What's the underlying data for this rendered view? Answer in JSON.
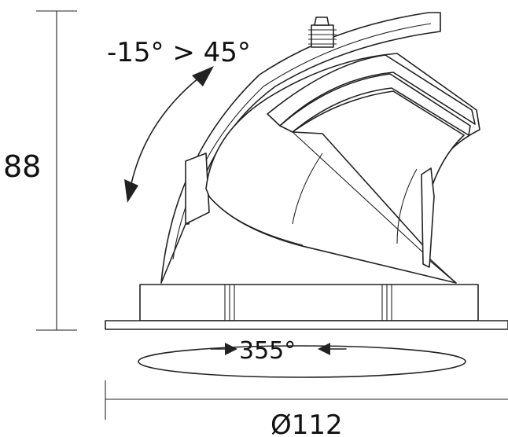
{
  "dimensions": {
    "height_label": "88",
    "tilt_label": "-15° > 45°",
    "rotation_label": "355°",
    "diameter_label": "Ø112"
  },
  "colors": {
    "line": "#222222",
    "background": "#ffffff"
  }
}
